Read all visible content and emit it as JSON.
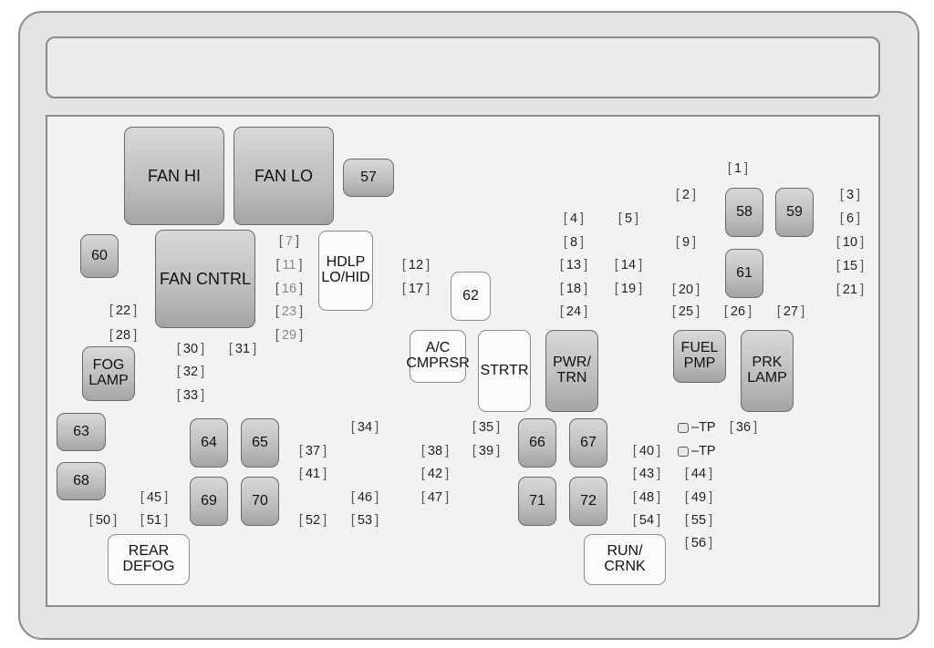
{
  "large_relays": {
    "fan_hi": "FAN HI",
    "fan_lo": "FAN LO",
    "fan_cntrl": "FAN CNTRL"
  },
  "relays": {
    "r57": "57",
    "r58": "58",
    "r59": "59",
    "r60": "60",
    "r61": "61",
    "r63": "63",
    "r64": "64",
    "r65": "65",
    "r66": "66",
    "r67": "67",
    "r68": "68",
    "r69": "69",
    "r70": "70",
    "r71": "71",
    "r72": "72"
  },
  "labeled_modules": {
    "hdlp": "HDLP LO/HID",
    "fog_lamp": "FOG LAMP",
    "ac_cmprsr": "A/C CMPRSR",
    "strtr": "STRTR",
    "pwr_trn": "PWR/ TRN",
    "fuel_pmp": "FUEL PMP",
    "prk_lamp": "PRK LAMP",
    "rear_defog": "REAR DEFOG",
    "run_crnk": "RUN/ CRNK",
    "m62": "62"
  },
  "fuses": {
    "f1": "1",
    "f2": "2",
    "f3": "3",
    "f4": "4",
    "f5": "5",
    "f6": "6",
    "f7": "7",
    "f8": "8",
    "f9": "9",
    "f10": "10",
    "f11": "11",
    "f12": "12",
    "f13": "13",
    "f14": "14",
    "f15": "15",
    "f16": "16",
    "f17": "17",
    "f18": "18",
    "f19": "19",
    "f20": "20",
    "f21": "21",
    "f22": "22",
    "f23": "23",
    "f24": "24",
    "f25": "25",
    "f26": "26",
    "f27": "27",
    "f28": "28",
    "f29": "29",
    "f30": "30",
    "f31": "31",
    "f32": "32",
    "f33": "33",
    "f34": "34",
    "f35": "35",
    "f36": "36",
    "f37": "37",
    "f38": "38",
    "f39": "39",
    "f40": "40",
    "f41": "41",
    "f42": "42",
    "f43": "43",
    "f44": "44",
    "f45": "45",
    "f46": "46",
    "f47": "47",
    "f48": "48",
    "f49": "49",
    "f50": "50",
    "f51": "51",
    "f52": "52",
    "f53": "53",
    "f54": "54",
    "f55": "55",
    "f56": "56"
  },
  "test_points": {
    "tp1": "–TP",
    "tp2": "–TP"
  },
  "colors": {
    "relay_gray": "#bdbdbd",
    "outline": "#8a8a8a",
    "panel": "#f2f2f2"
  }
}
